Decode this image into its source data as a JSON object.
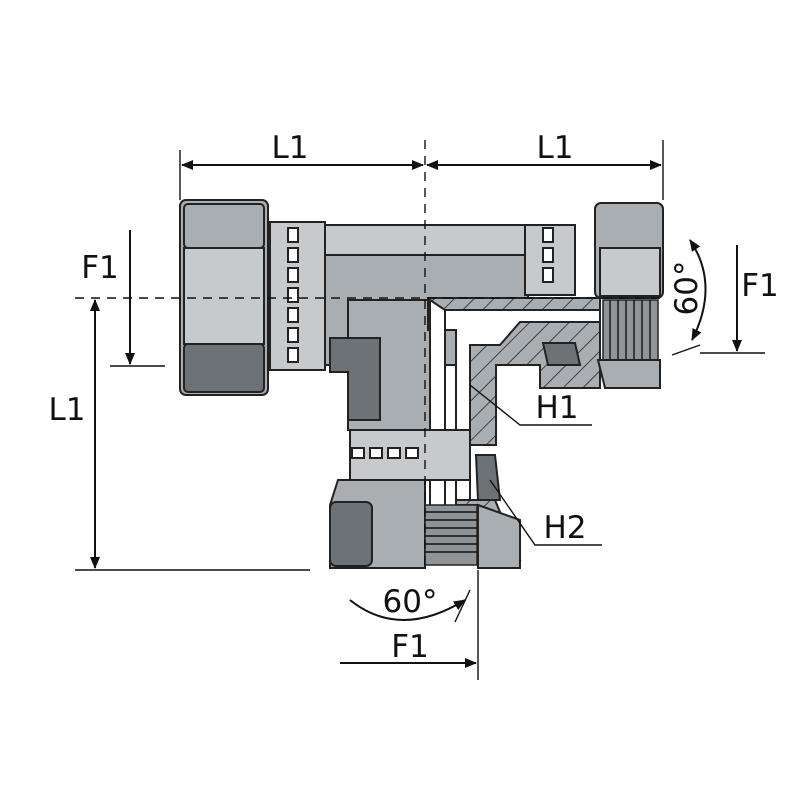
{
  "labels": {
    "top_left_length": "L1",
    "top_right_length": "L1",
    "left_length": "L1",
    "left_thread": "F1",
    "right_thread": "F1",
    "bottom_thread": "F1",
    "right_angle": "60°",
    "bottom_angle": "60°",
    "seal_h1": "H1",
    "seal_h2": "H2"
  },
  "colors": {
    "steel_mid": "#a9aeb3",
    "steel_light": "#c6cacd",
    "steel_dark": "#6d7277",
    "line": "#111111"
  }
}
